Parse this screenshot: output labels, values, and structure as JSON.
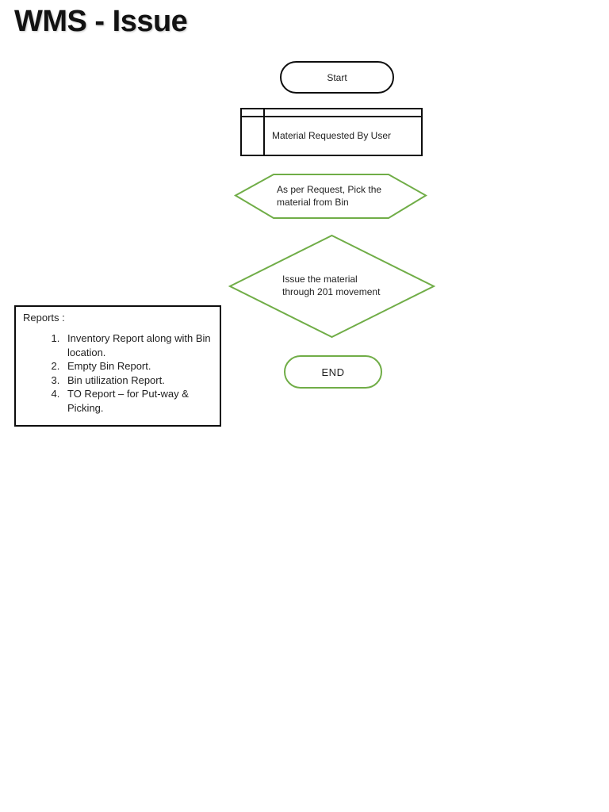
{
  "title": "WMS - Issue",
  "flowchart": {
    "start": {
      "label": "Start"
    },
    "process": {
      "label": "Material Requested By User"
    },
    "pick": {
      "line1": "As per Request, Pick the",
      "line2": "material from Bin"
    },
    "issue": {
      "line1": "Issue the material",
      "line2": "through 201 movement"
    },
    "end": {
      "label": "END"
    }
  },
  "reports": {
    "heading": "Reports :",
    "items": [
      "Inventory Report along with Bin location.",
      "Empty Bin Report.",
      "Bin utilization Report.",
      "TO Report – for Put-way & Picking."
    ]
  },
  "colors": {
    "shape_green": "#70AD47",
    "shape_black": "#0d0d0d",
    "background": "#ffffff"
  }
}
